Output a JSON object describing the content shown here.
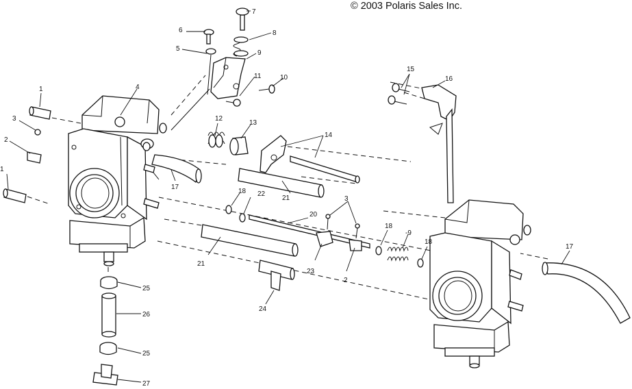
{
  "copyright": "© 2003 Polaris Sales Inc.",
  "callouts": {
    "c1a": "1",
    "c1b": "1",
    "c2a": "2",
    "c2b": "2",
    "c3a": "3",
    "c3b": "3",
    "c4": "4",
    "c5": "5",
    "c6": "6",
    "c7": "7",
    "c8": "8",
    "c9": "9",
    "c10": "10",
    "c11": "11",
    "c12": "12",
    "c13": "13",
    "c14": "14",
    "c15": "15",
    "c16": "16",
    "c17a": "17",
    "c17b": "17",
    "c18a": "18",
    "c18b": "18",
    "c18c": "18",
    "c19": "-9",
    "c20": "20",
    "c21a": "21",
    "c21b": "21",
    "c22": "22",
    "c23": "23",
    "c24": "24",
    "c25a": "25",
    "c25b": "25",
    "c26": "26",
    "c27": "27"
  }
}
